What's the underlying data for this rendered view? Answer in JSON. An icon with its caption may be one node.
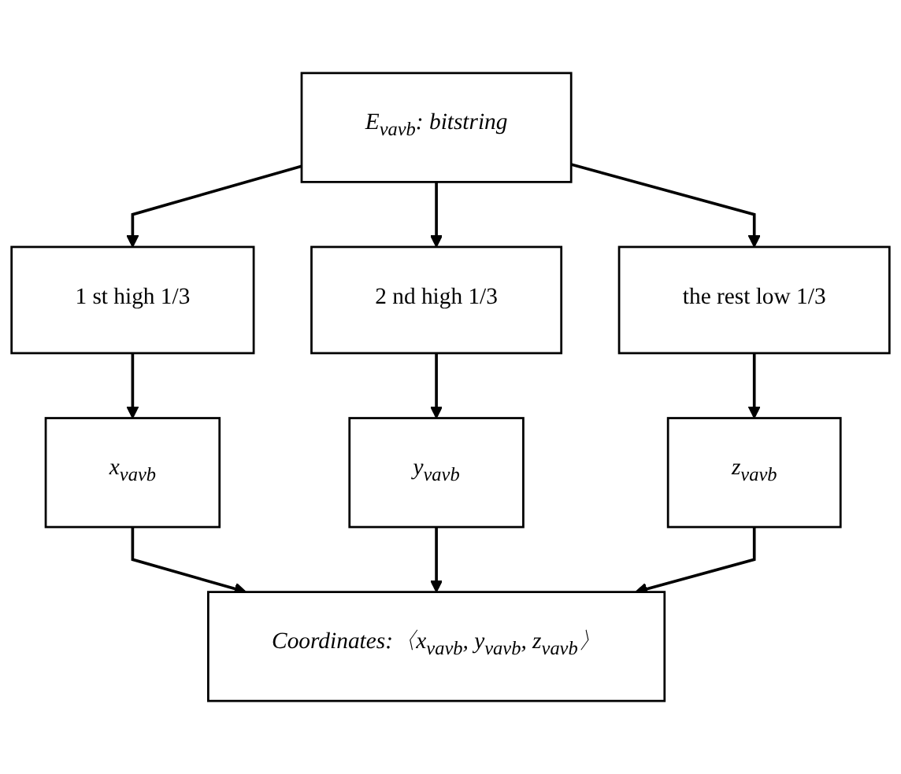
{
  "diagram": {
    "nodes": [
      {
        "text": [
          "E$_{vavb}$: bitstring"
        ]
      },
      {
        "text": [
          "1 st high 1/3"
        ]
      },
      {
        "text": [
          "2 nd high 1/3"
        ]
      },
      {
        "text": [
          "the rest low 1/3"
        ]
      },
      {
        "text": [
          "x$_{vavb}$"
        ]
      },
      {
        "text": [
          "y$_{vavb}$"
        ]
      },
      {
        "text": [
          "z$_{vavb}$"
        ]
      },
      {
        "text": [
          "Coordinates:〈x$_{vavb}$, y$_{vavb}$, z$_{vavb}$〉"
        ]
      }
    ],
    "edges": [
      {
        "from": 0,
        "to": 1,
        "arrow": "to"
      },
      {
        "from": 0,
        "to": 2,
        "arrow": "to"
      },
      {
        "from": 0,
        "to": 3,
        "arrow": "to"
      },
      {
        "from": 1,
        "to": 4,
        "arrow": "to"
      },
      {
        "from": 2,
        "to": 5,
        "arrow": "to"
      },
      {
        "from": 3,
        "to": 6,
        "arrow": "to"
      },
      {
        "from": 4,
        "to": 7,
        "arrow": "to"
      },
      {
        "from": 5,
        "to": 7,
        "arrow": "to"
      },
      {
        "from": 6,
        "to": 7,
        "arrow": "to"
      }
    ]
  }
}
